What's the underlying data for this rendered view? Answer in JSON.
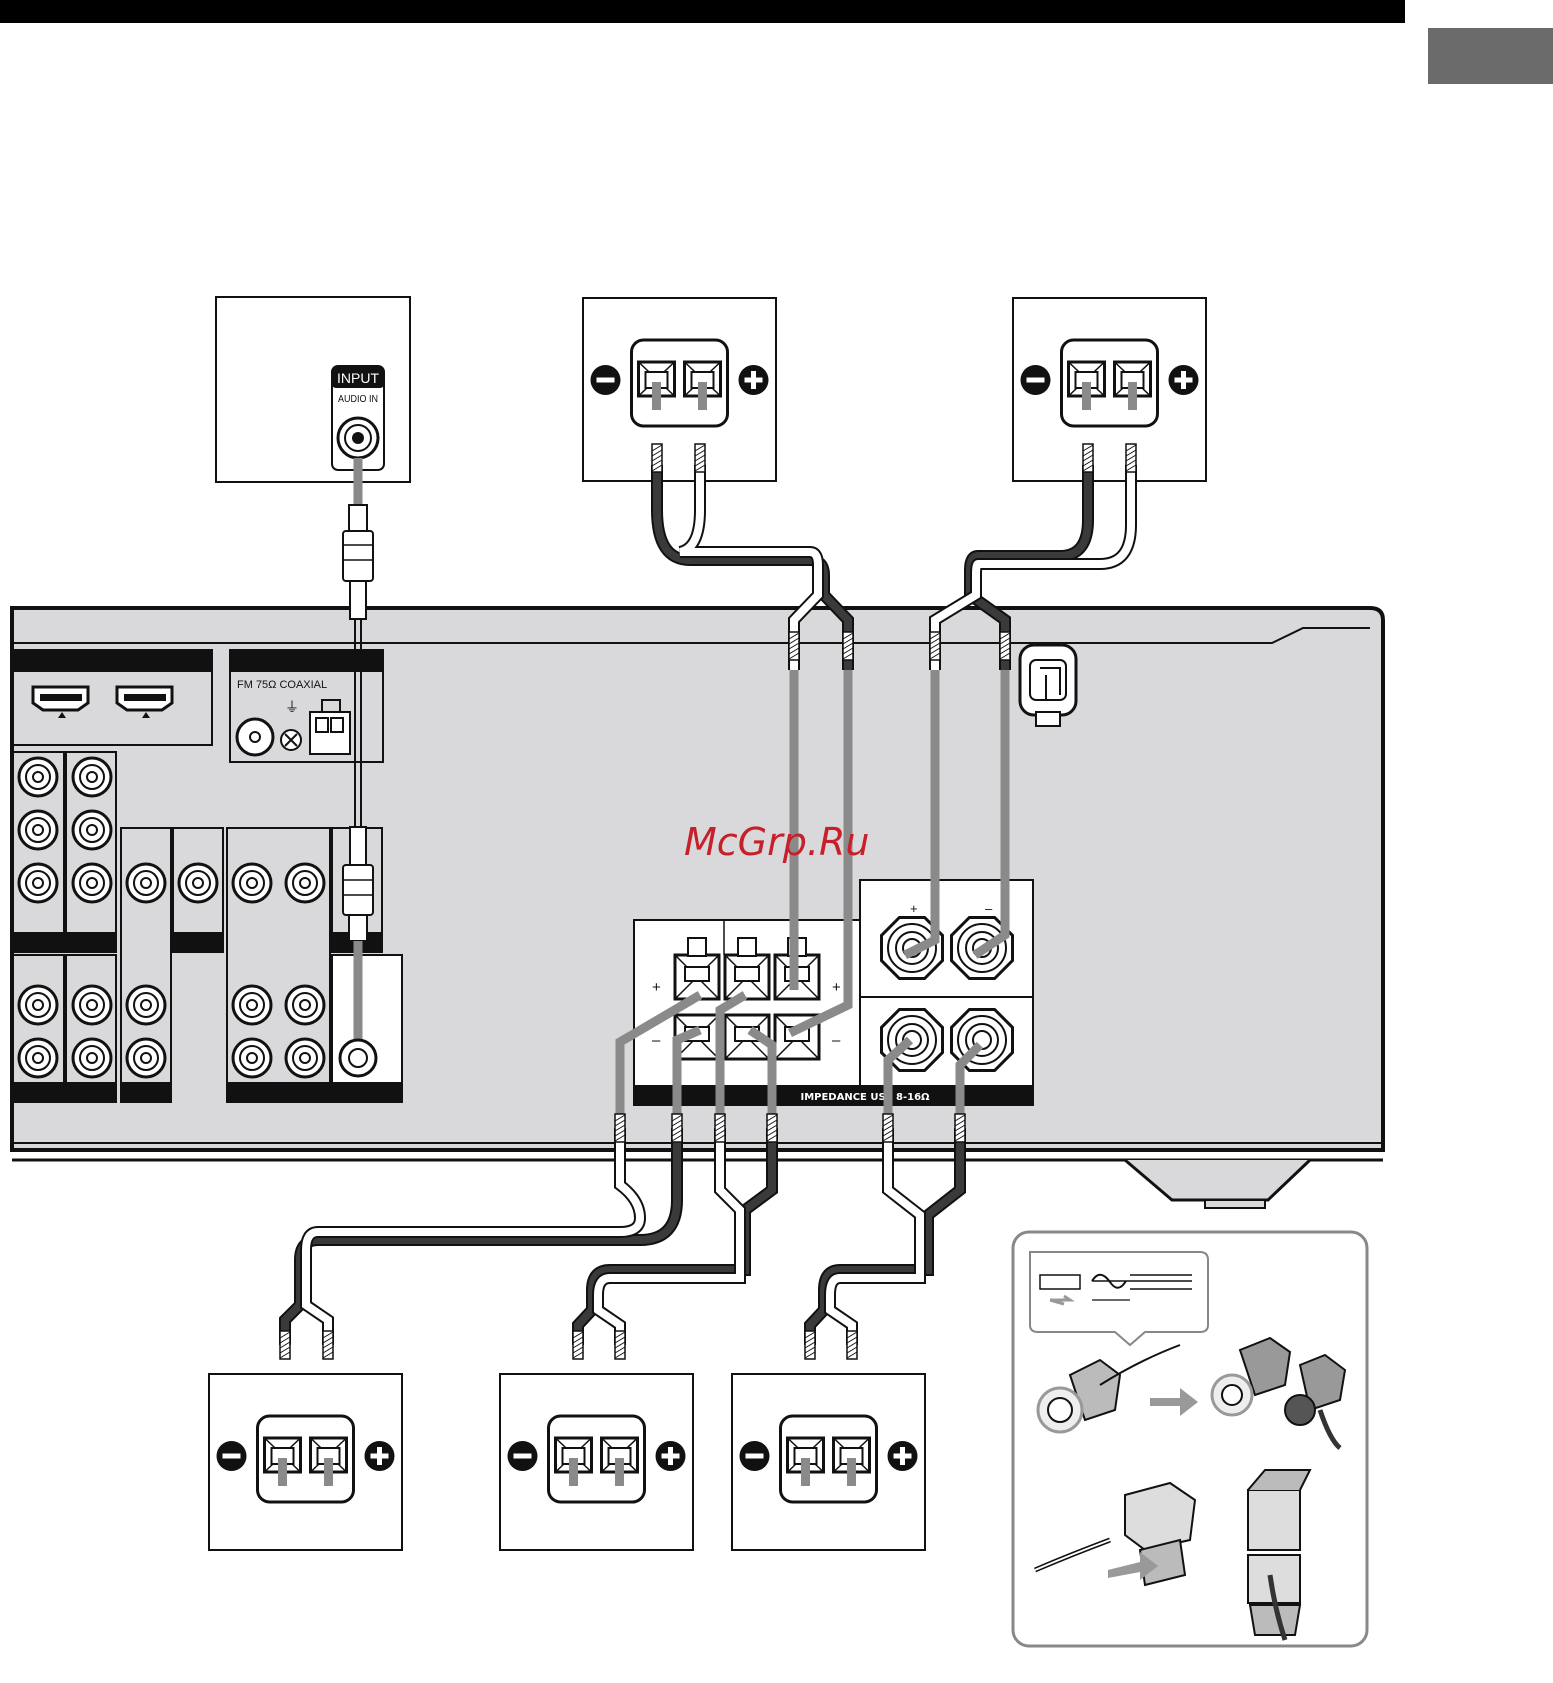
{
  "header": {
    "title": ""
  },
  "subwoofer": {
    "input_label": "INPUT",
    "audio_in_label": "AUDIO IN"
  },
  "receiver": {
    "fm_label": "FM 75Ω COAXIAL",
    "impedance_label": "IMPEDANCE USE 8-16Ω",
    "plus_sign": "+",
    "minus_sign": "–"
  },
  "speakers": [
    {
      "id": "top-left"
    },
    {
      "id": "top-right"
    },
    {
      "id": "bottom-1"
    },
    {
      "id": "bottom-2"
    },
    {
      "id": "bottom-3"
    }
  ],
  "watermark": {
    "text": "McGrp.Ru"
  },
  "colors": {
    "chassis": "#d9d9db",
    "cable_dark": "#3a3a3a",
    "cable_gray": "#8a8a8a",
    "watermark": "#c8202a"
  }
}
